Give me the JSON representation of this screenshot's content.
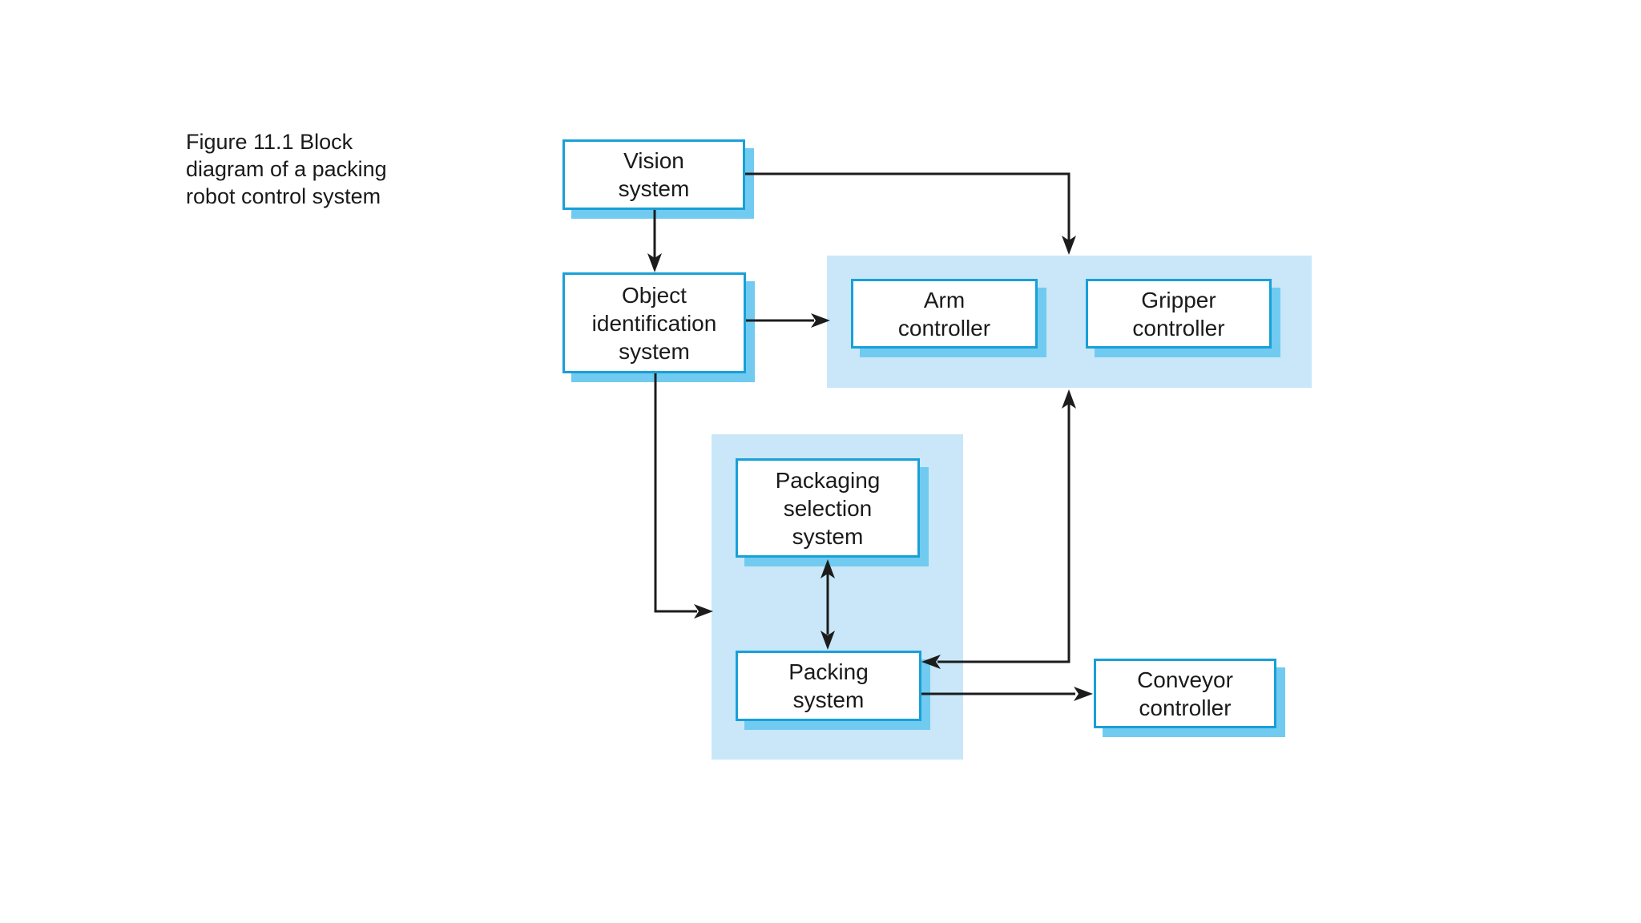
{
  "figure": {
    "caption": "Figure 11.1 Block\ndiagram of a packing\nrobot control system",
    "diagram_type": "block-diagram"
  },
  "colors": {
    "background": "#ffffff",
    "box_border": "#18a0d8",
    "box_shadow": "#71cbf0",
    "panel_fill": "#c9e7f8",
    "line": "#1c1c1c",
    "text": "#1a1a1a"
  },
  "nodes": {
    "vision": {
      "label": "Vision\nsystem"
    },
    "object_identification": {
      "label": "Object\nidentification\nsystem"
    },
    "arm_controller": {
      "label": "Arm\ncontroller"
    },
    "gripper_controller": {
      "label": "Gripper\ncontroller"
    },
    "packaging_selection": {
      "label": "Packaging\nselection\nsystem"
    },
    "packing_system": {
      "label": "Packing\nsystem"
    },
    "conveyor_controller": {
      "label": "Conveyor\ncontroller"
    }
  },
  "connections": [
    {
      "from": "Vision system",
      "to": "Object identification system",
      "direction": "one-way"
    },
    {
      "from": "Vision system",
      "to": "Arm/Gripper controller panel",
      "direction": "one-way"
    },
    {
      "from": "Object identification system",
      "to": "Arm/Gripper controller panel",
      "direction": "one-way"
    },
    {
      "from": "Object identification system",
      "to": "Packing panel",
      "direction": "one-way"
    },
    {
      "from": "Packaging selection system",
      "to": "Packing system",
      "direction": "two-way"
    },
    {
      "from": "Packing system",
      "to": "Arm/Gripper controller panel",
      "direction": "two-way"
    },
    {
      "from": "Packing system",
      "to": "Conveyor controller",
      "direction": "one-way"
    }
  ]
}
